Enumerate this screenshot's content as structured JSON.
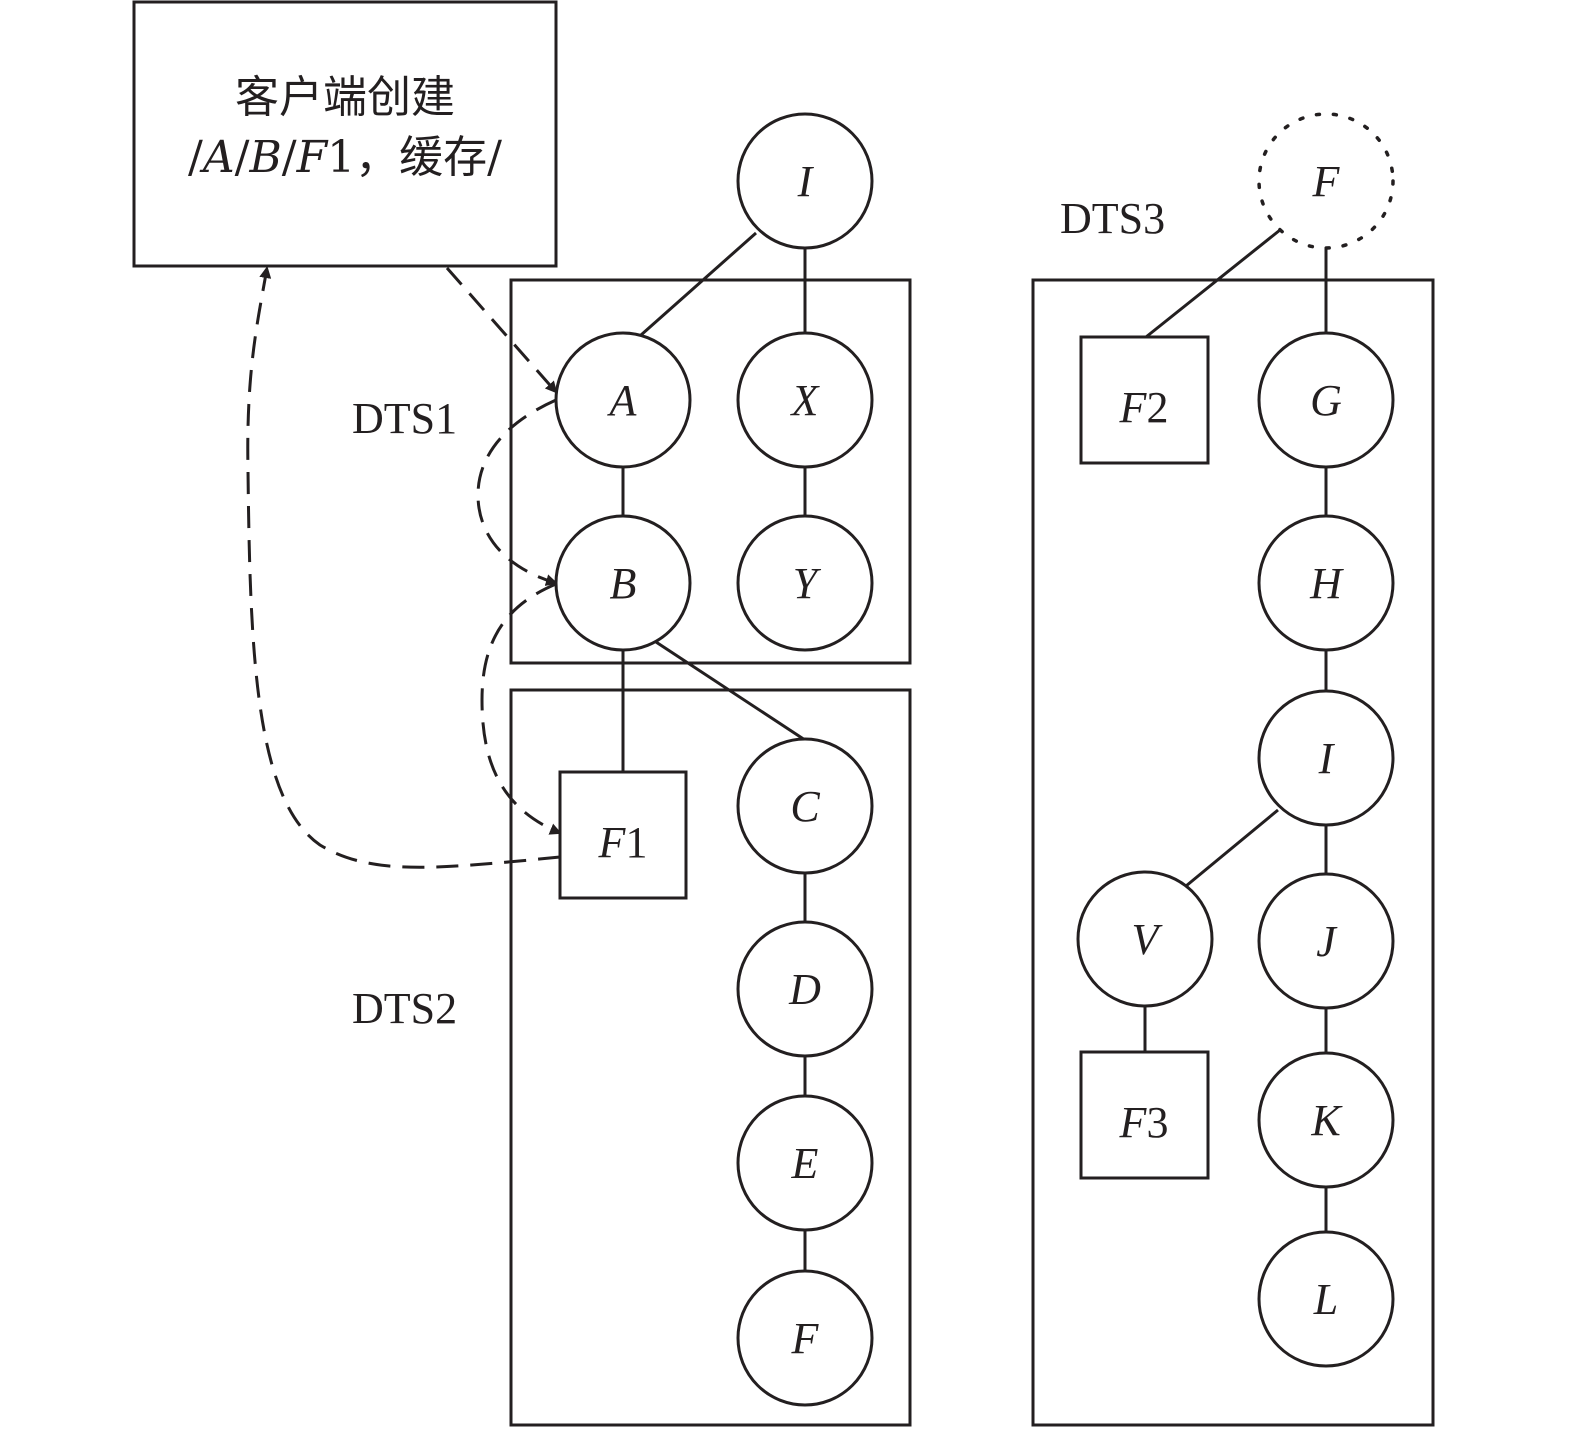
{
  "client_box": {
    "line1": "客户端创建",
    "line2": {
      "s1": "/",
      "a": "A",
      "s2": "/",
      "b": "B",
      "s3": "/",
      "f": "F",
      "num": "1",
      "tail": "，缓存/"
    }
  },
  "zones": {
    "dts1": "DTS1",
    "dts2": "DTS2",
    "dts3": "DTS3"
  },
  "nodes": {
    "i_top": "I",
    "f_remote": "F",
    "a": "A",
    "x": "X",
    "b": "B",
    "y": "Y",
    "f1": {
      "letter": "F",
      "num": "1"
    },
    "c": "C",
    "d": "D",
    "e": "E",
    "f": "F",
    "f2": {
      "letter": "F",
      "num": "2"
    },
    "g": "G",
    "h": "H",
    "i": "I",
    "v": "V",
    "j": "J",
    "f3": {
      "letter": "F",
      "num": "3"
    },
    "k": "K",
    "l": "L"
  },
  "colors": {
    "stroke": "#231f20",
    "background": "#ffffff"
  }
}
